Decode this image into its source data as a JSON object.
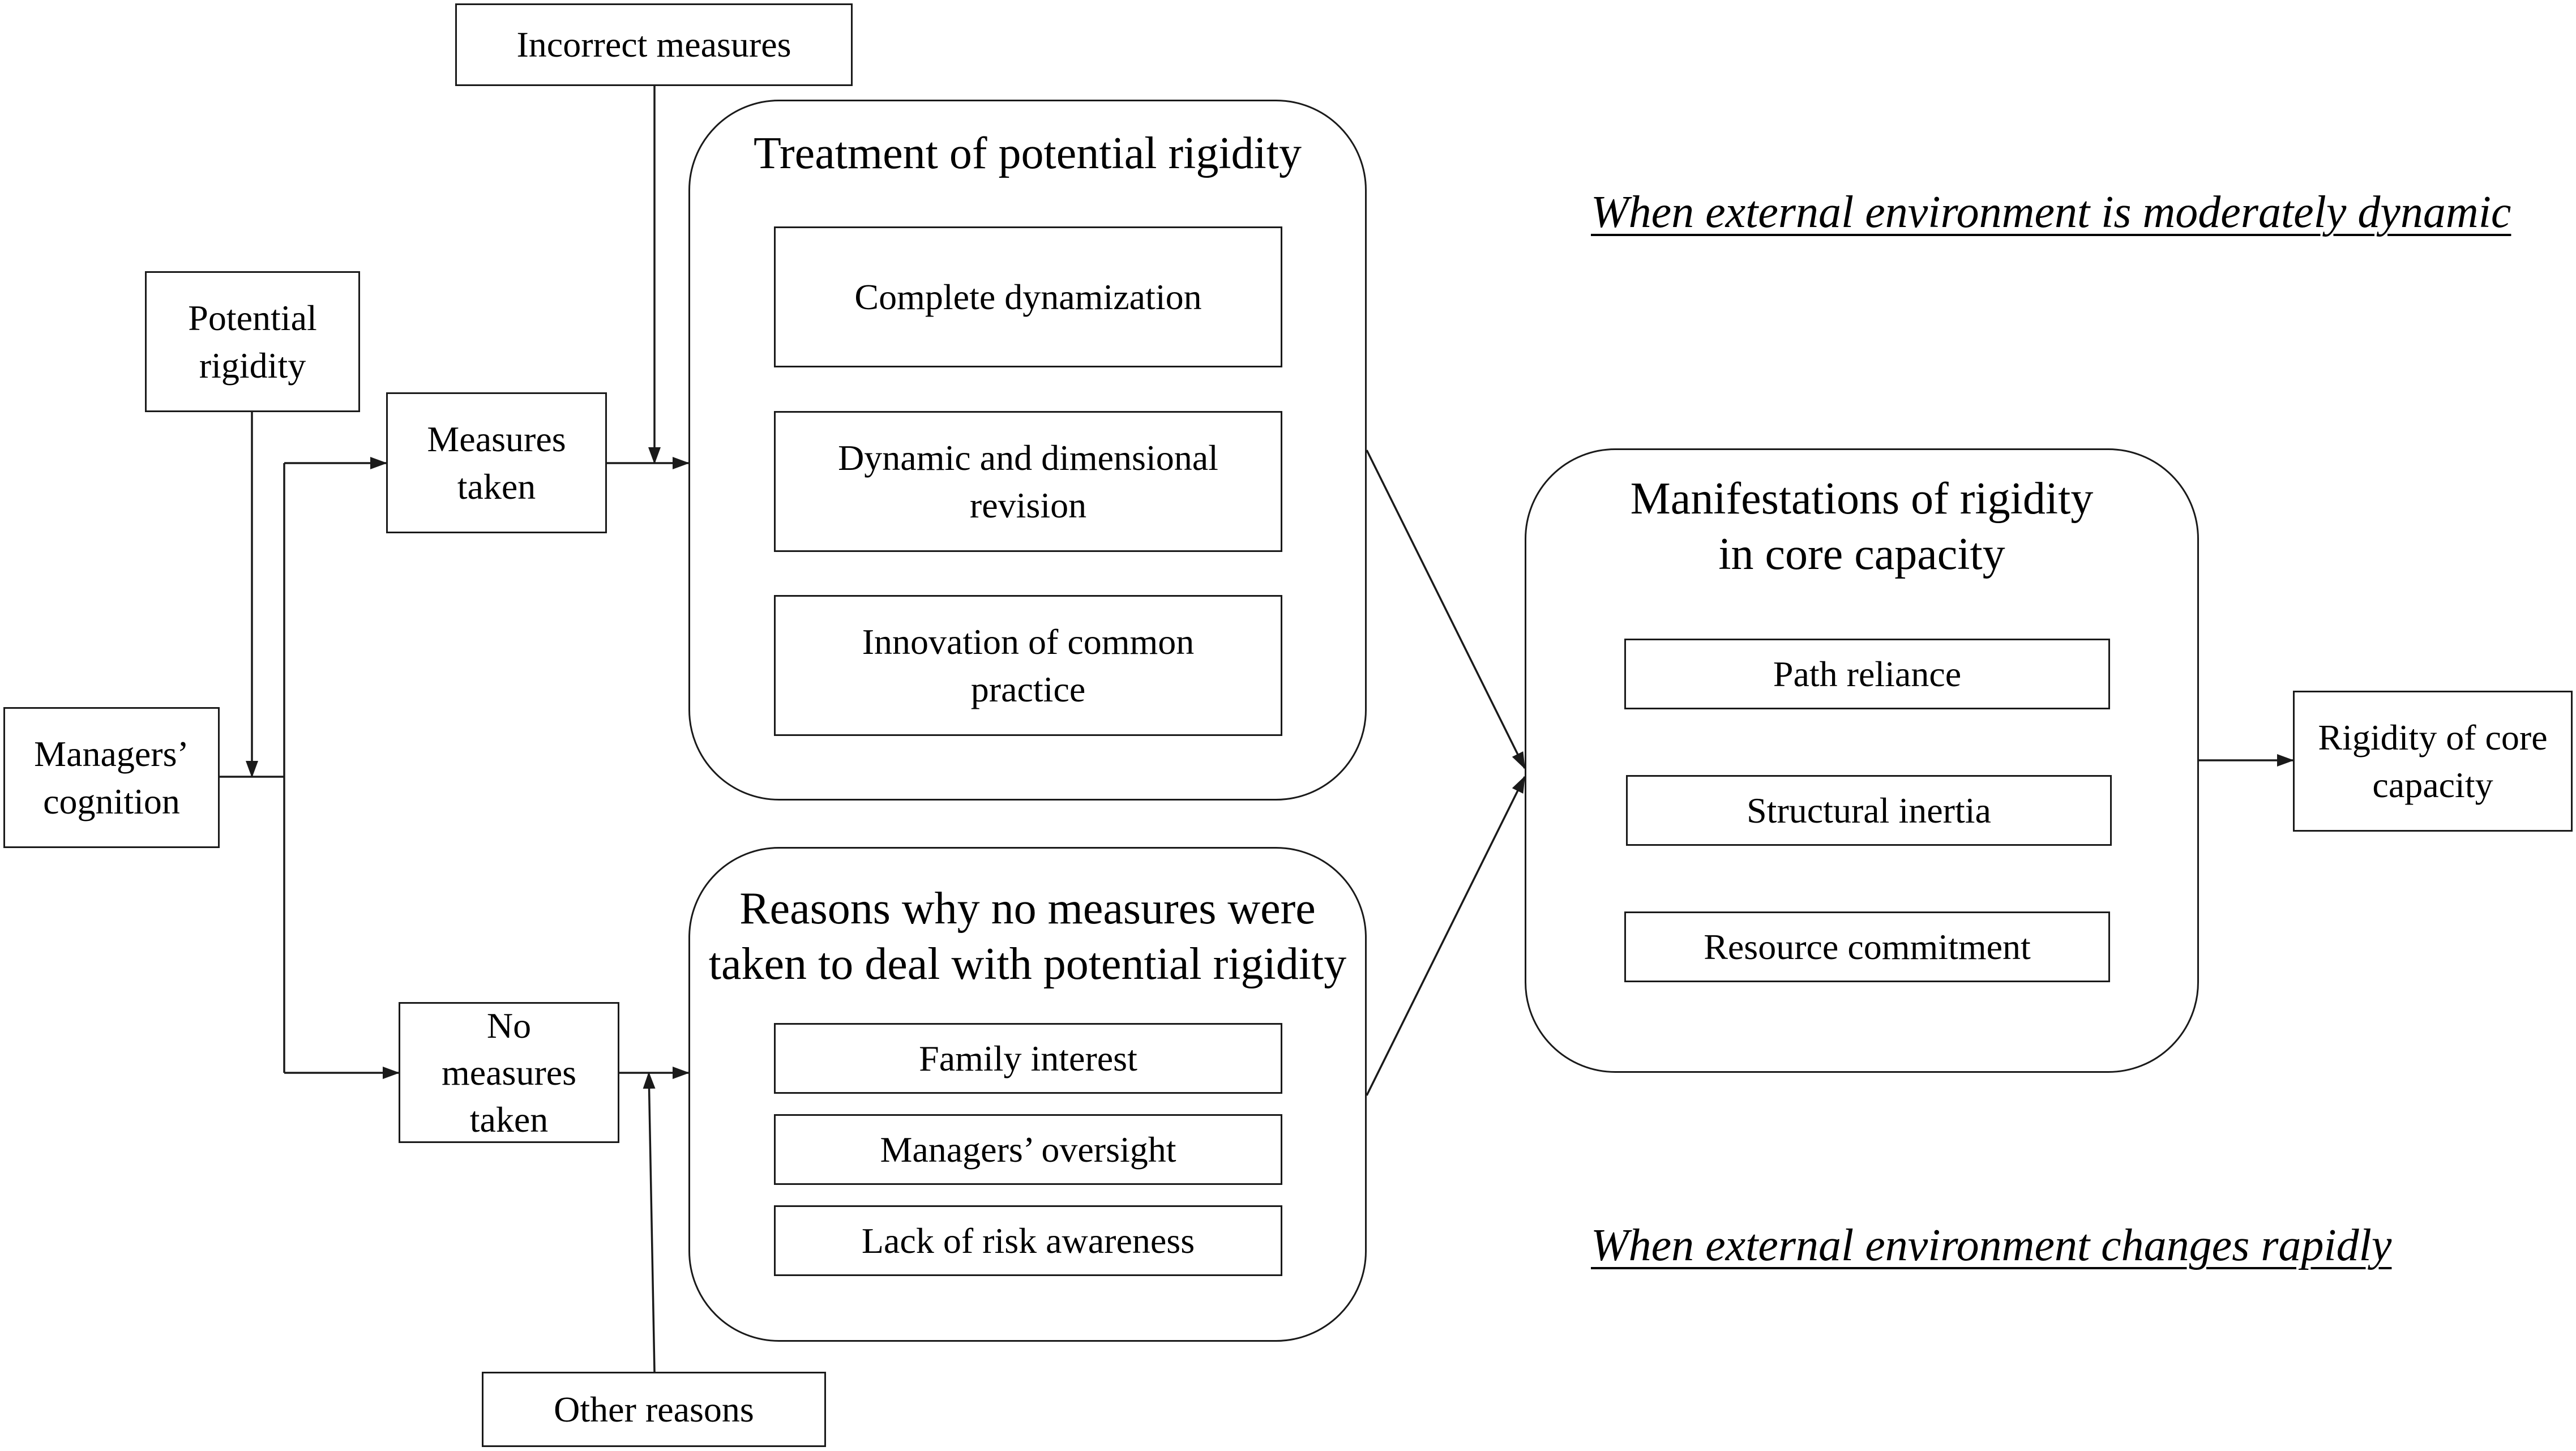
{
  "nodes": {
    "incorrect_measures": "Incorrect measures",
    "potential_rigidity": "Potential rigidity",
    "managers_cognition": "Managers’ cognition",
    "measures_taken": "Measures taken",
    "no_measures_taken": "No measures taken",
    "other_reasons": "Other reasons",
    "rigidity_core_capacity": "Rigidity of core capacity"
  },
  "treatment_group": {
    "title": "Treatment of potential rigidity",
    "items": [
      "Complete dynamization",
      "Dynamic and dimensional revision",
      "Innovation of common practice"
    ]
  },
  "reasons_group": {
    "title": "Reasons why no measures were taken to deal with potential rigidity",
    "items": [
      "Family interest",
      "Managers’ oversight",
      "Lack of risk awareness"
    ]
  },
  "manifestations_group": {
    "title": "Manifestations of rigidity in core capacity",
    "items": [
      "Path reliance",
      "Structural inertia",
      "Resource commitment"
    ]
  },
  "notes": {
    "moderate": "When external environment is moderately dynamic",
    "rapid": "When external environment changes rapidly"
  }
}
